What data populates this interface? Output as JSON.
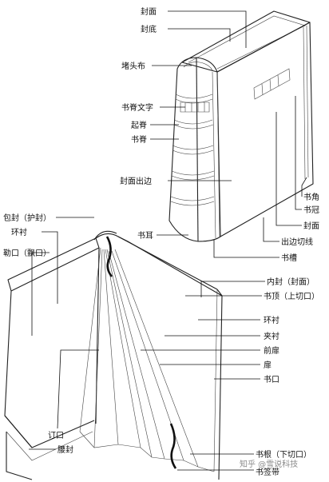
{
  "labels": {
    "cover": "封面",
    "back_cover": "封底",
    "headband": "堵头布",
    "spine_title": "书脊文字",
    "raised_band": "起脊",
    "spine": "书脊",
    "cover_overhang": "封面出边",
    "book_corner": "书角",
    "book_crown": "书冠",
    "cover_face": "封面",
    "overhang_line": "出边切线",
    "groove": "书槽",
    "book_ear": "书耳",
    "dust_jacket": "包封（护封）",
    "endpaper": "环衬",
    "front_flap_edge": "勒口（飘口）",
    "inner_cover": "内封（封面）",
    "top_edge": "书顶（上切口）",
    "endpaper_2": "环衬",
    "interleaf": "夹衬",
    "frontispiece": "前扉",
    "title_page": "扉",
    "fore_edge": "书口",
    "gutter": "订口",
    "belly_band": "腰封",
    "bottom_edge": "书根（下切口）",
    "bookmark": "书签带"
  },
  "watermark": "知乎 @雪说科技"
}
